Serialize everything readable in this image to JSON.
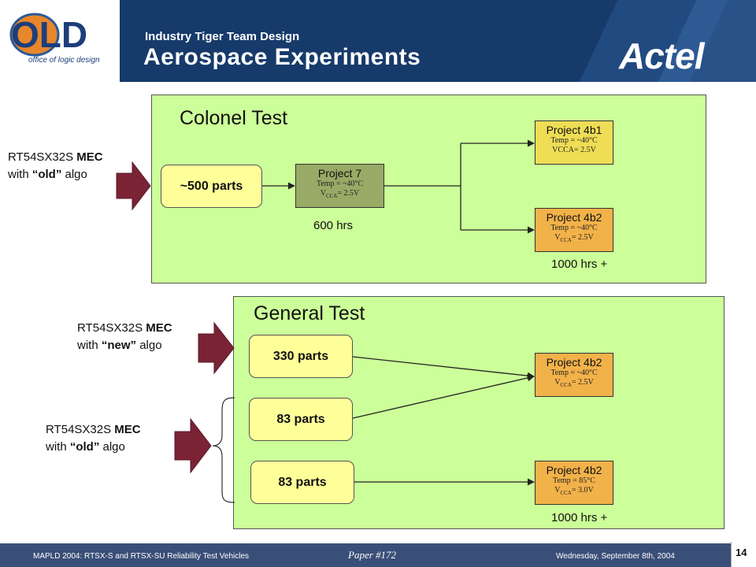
{
  "header": {
    "logo_text": "OLD",
    "logo_subtext": "office of logic design",
    "subtitle": "Industry Tiger Team Design",
    "title": "Aerospace Experiments",
    "brand": "Actel"
  },
  "colonel": {
    "title": "Colonel Test",
    "side_label": {
      "device": "RT54SX32S ",
      "mec": "MEC",
      "with": "with ",
      "algo_word": "“old”",
      "algo": " algo"
    },
    "parts": "~500 parts",
    "project7": {
      "name": "Project 7",
      "temp": "Temp = ~40°C",
      "vcca": "V",
      "vcca_sub": "CCA",
      "vcca_val": "= 2.5V"
    },
    "hours_p7": "600 hrs",
    "project4b1": {
      "name": "Project 4b1",
      "temp": "Temp = ~40°C",
      "vcca": "VCCA= 2.5V"
    },
    "project4b2": {
      "name": "Project 4b2",
      "temp": "Temp = ~40°C",
      "vcca": "V",
      "vcca_sub": "CCA",
      "vcca_val": "= 2.5V"
    },
    "hours_p4": "1000 hrs +"
  },
  "general": {
    "title": "General Test",
    "side_label_new": {
      "device": "RT54SX32S ",
      "mec": "MEC",
      "with": "with ",
      "algo_word": "“new”",
      "algo": " algo"
    },
    "side_label_old": {
      "device": "RT54SX32S ",
      "mec": "MEC",
      "with": "with ",
      "algo_word": "“old”",
      "algo": " algo"
    },
    "parts": [
      "330 parts",
      "83 parts",
      "83 parts"
    ],
    "project4b2_a": {
      "name": "Project 4b2",
      "temp": "Temp = ~40°C",
      "vcca": "V",
      "vcca_sub": "CCA",
      "vcca_val": "= 2.5V"
    },
    "project4b2_b": {
      "name": "Project 4b2",
      "temp": "Temp = 85°C",
      "vcca": "V",
      "vcca_sub": "CCA",
      "vcca_val": "= 3.0V"
    },
    "hours": "1000 hrs +"
  },
  "footer": {
    "left": "MAPLD 2004: RTSX-S and RTSX-SU Reliability Test Vehicles",
    "center": "Paper #172",
    "right": "Wednesday, September 8th, 2004",
    "page": "14"
  },
  "colors": {
    "header": "#163a6a",
    "panel": "#ccff99",
    "parts": "#ffff99",
    "arrow": "#7a2335",
    "project7": "#99aa66",
    "project4b1": "#eedd55",
    "project4b2": "#f2b24a",
    "footer": "#3a4f78"
  }
}
